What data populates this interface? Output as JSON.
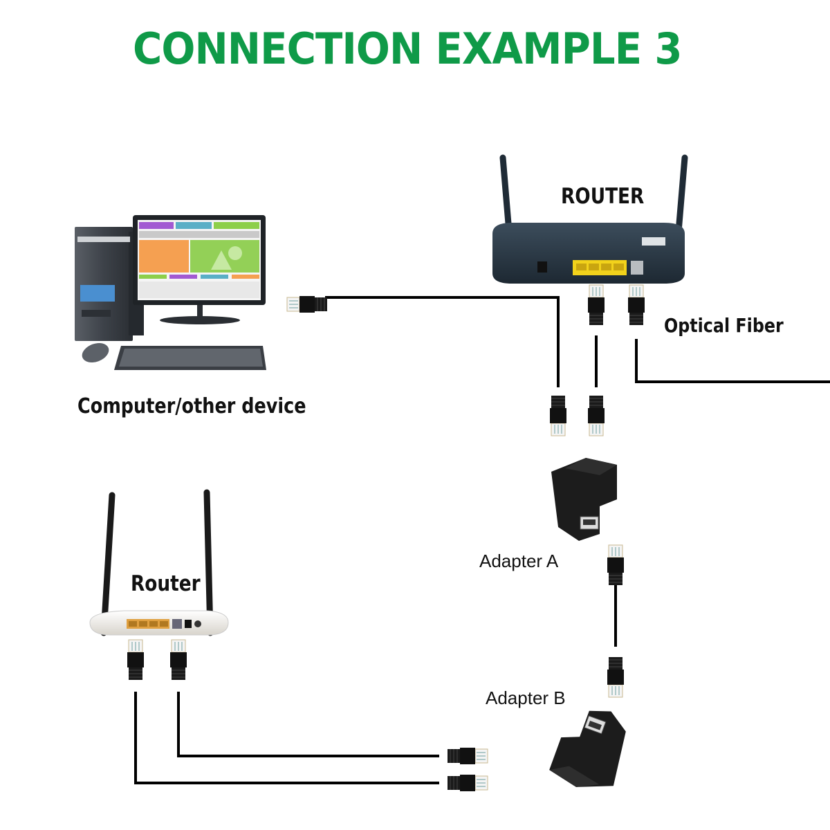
{
  "title": "CONNECTION EXAMPLE 3",
  "title_color": "#0f9a48",
  "labels": {
    "computer": "Computer/other device",
    "main_router": "ROUTER",
    "optical_fiber": "Optical Fiber",
    "adapter_a": "Adapter A",
    "adapter_b": "Adapter B",
    "second_router": "Router"
  },
  "devices": [
    {
      "id": "computer",
      "icon": "desktop-computer-icon",
      "parts": [
        "tower",
        "monitor",
        "keyboard",
        "mouse"
      ]
    },
    {
      "id": "main_router",
      "icon": "router-icon",
      "lan_ports": 4,
      "port_color": "#f2d21b"
    },
    {
      "id": "adapter_a",
      "icon": "rj45-splitter-icon"
    },
    {
      "id": "adapter_b",
      "icon": "rj45-splitter-icon"
    },
    {
      "id": "second_router",
      "icon": "wifi-router-icon",
      "lan_ports": 4,
      "port_color": "#e0a040"
    }
  ],
  "connections": [
    {
      "from": "computer",
      "to": "adapter_a"
    },
    {
      "from": "main_router",
      "to": "adapter_a"
    },
    {
      "from": "main_router",
      "to": "optical_fiber"
    },
    {
      "from": "adapter_a",
      "to": "adapter_b"
    },
    {
      "from": "adapter_b",
      "to": "second_router"
    },
    {
      "from": "adapter_b",
      "to": "second_router"
    }
  ]
}
